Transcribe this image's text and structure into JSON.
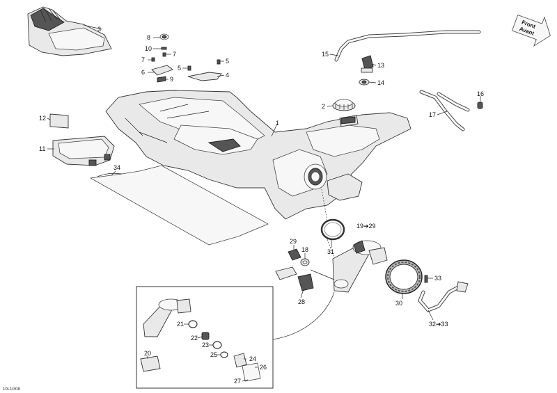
{
  "diagram": {
    "drawing_code": "10L1G08",
    "front_arrow": {
      "line1": "Front",
      "line2": "Avant"
    },
    "callouts": {
      "c1": "1",
      "c2": "2",
      "c3": "3",
      "c4": "4",
      "c5a": "5",
      "c5b": "5",
      "c6": "6",
      "c7a": "7",
      "c7b": "7",
      "c8": "8",
      "c9": "9",
      "c10": "10",
      "c11": "11",
      "c12": "12",
      "c13": "13",
      "c14": "14",
      "c15": "15",
      "c16": "16",
      "c17": "17",
      "c18": "18",
      "c19": "19➔29",
      "c20": "20",
      "c21": "21",
      "c22": "22",
      "c23": "23",
      "c24": "24",
      "c25": "25",
      "c26": "26",
      "c27": "27",
      "c28": "28",
      "c29": "29",
      "c30": "30",
      "c31": "31",
      "c32": "32➔33",
      "c33": "33",
      "c34": "34"
    }
  }
}
